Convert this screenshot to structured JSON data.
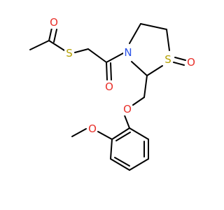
{
  "molecule": {
    "atoms": {
      "o_carbonyl_acetyl": {
        "symbol": "O",
        "color": "#e8302a"
      },
      "s_thioester": {
        "symbol": "S",
        "color": "#b4a000"
      },
      "n_ring": {
        "symbol": "N",
        "color": "#2a52e8"
      },
      "o_carbonyl_amide": {
        "symbol": "O",
        "color": "#e8302a"
      },
      "s_ring": {
        "symbol": "S",
        "color": "#b4a000"
      },
      "o_sulfoxide": {
        "symbol": "O",
        "color": "#e8302a"
      },
      "o_ether": {
        "symbol": "O",
        "color": "#e8302a"
      },
      "o_methoxy": {
        "symbol": "O",
        "color": "#e8302a"
      }
    }
  }
}
